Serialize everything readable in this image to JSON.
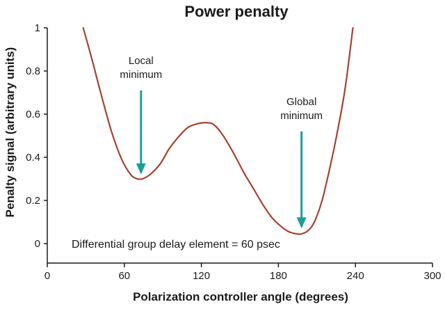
{
  "chart_data": {
    "type": "line",
    "title": "Power penalty",
    "xlabel": "Polarization controller angle (degrees)",
    "ylabel": "Penalty signal (arbitrary units)",
    "xlim": [
      0,
      300
    ],
    "ylim": [
      0,
      1
    ],
    "xticks": [
      0,
      60,
      120,
      180,
      240,
      300
    ],
    "yticks": [
      0,
      0.2,
      0.4,
      0.6,
      0.8,
      1
    ],
    "xtick_labels": [
      "0",
      "60",
      "120",
      "180",
      "240",
      "300"
    ],
    "ytick_labels": [
      "0",
      "0.2",
      "0.4",
      "0.6",
      "0.8",
      "1"
    ],
    "grid": false,
    "series": [
      {
        "color": "#a5422f",
        "x": [
          28,
          35,
          42,
          50,
          58,
          65,
          70,
          74,
          80,
          88,
          95,
          103,
          110,
          118,
          125,
          130,
          137,
          145,
          153,
          160,
          168,
          175,
          182,
          188,
          194,
          198,
          203,
          208,
          214,
          220,
          226,
          232,
          238
        ],
        "y": [
          1.0,
          0.85,
          0.69,
          0.52,
          0.39,
          0.32,
          0.3,
          0.3,
          0.32,
          0.37,
          0.44,
          0.5,
          0.54,
          0.557,
          0.56,
          0.55,
          0.5,
          0.42,
          0.33,
          0.26,
          0.18,
          0.12,
          0.08,
          0.055,
          0.045,
          0.045,
          0.06,
          0.1,
          0.2,
          0.35,
          0.52,
          0.72,
          1.0
        ]
      }
    ],
    "annotations": [
      {
        "lines": [
          "Local",
          "minimum"
        ],
        "arrow_x": 73,
        "arrow_y": 0.32,
        "arrow_top_y": 0.71
      },
      {
        "lines": [
          "Global",
          "minimum"
        ],
        "arrow_x": 198,
        "arrow_y": 0.07,
        "arrow_top_y": 0.52
      }
    ],
    "note": "Differential group delay element = 60 psec",
    "annotation_color": "#1a9e9a"
  }
}
